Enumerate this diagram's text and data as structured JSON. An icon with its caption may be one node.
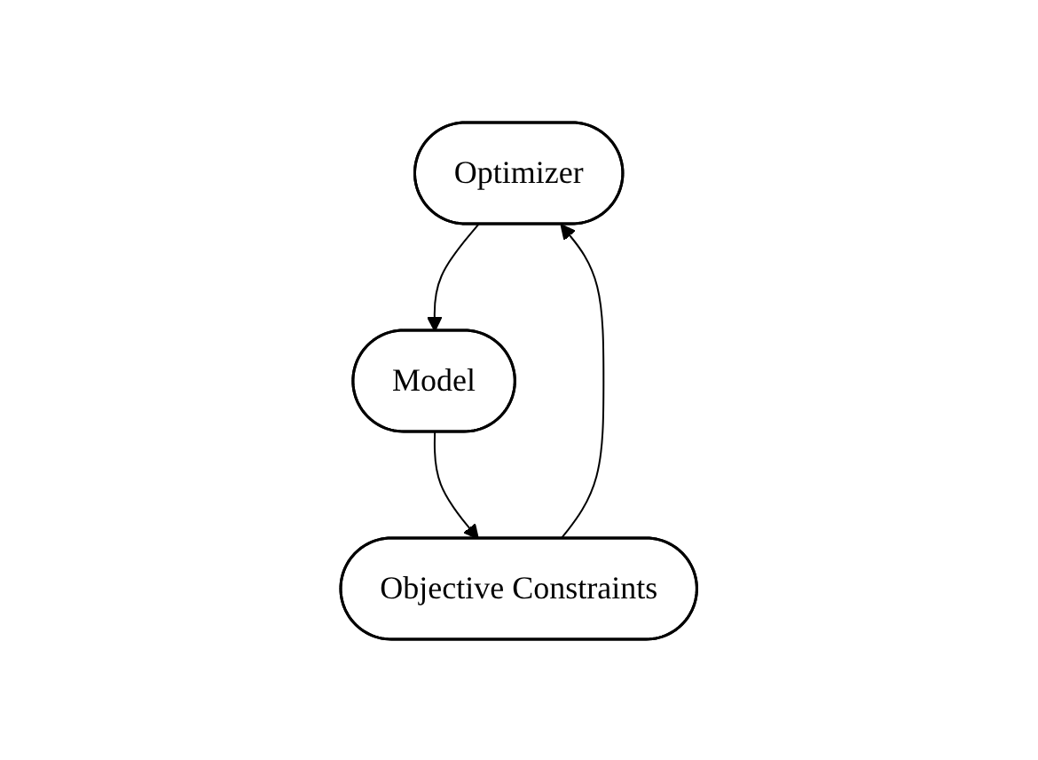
{
  "diagram": {
    "nodes": [
      {
        "text": [
          "Optimizer"
        ]
      },
      {
        "text": [
          "Model"
        ]
      },
      {
        "text": [
          "Objective Constraints"
        ]
      }
    ],
    "edges": [
      {
        "from": 0,
        "to": 1,
        "arrow": "to"
      },
      {
        "from": 1,
        "to": 2,
        "arrow": "to"
      },
      {
        "from": 2,
        "to": 0,
        "arrow": "to"
      }
    ]
  }
}
